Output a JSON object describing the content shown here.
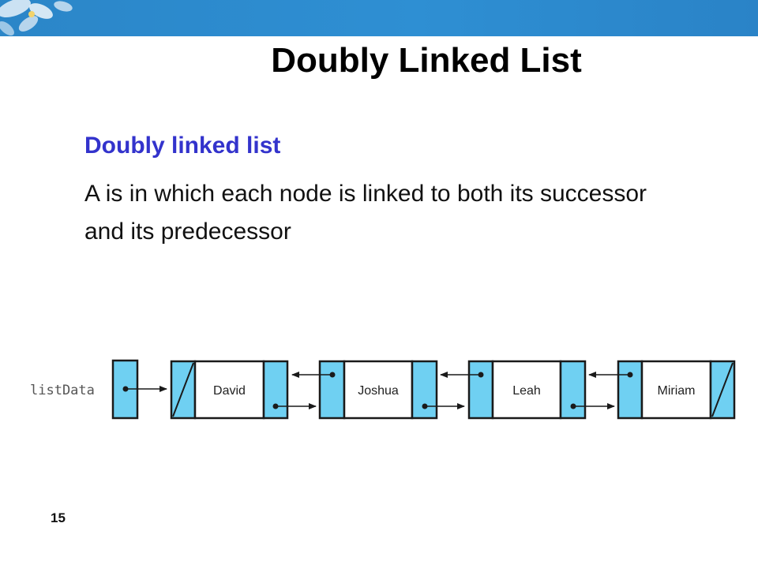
{
  "slide": {
    "title": "Doubly Linked List",
    "subtitle": "Doubly linked list",
    "definition": "A is in which each node is linked to both its successor and its predecessor",
    "page_number": "15"
  },
  "diagram": {
    "head_label": "listData",
    "nodes": [
      "David",
      "Joshua",
      "Leah",
      "Miriam"
    ],
    "colors": {
      "pointer_field": "#6fd0f2",
      "data_field": "#ffffff",
      "stroke": "#1a1a1a",
      "banner": "#2b86c8"
    }
  }
}
